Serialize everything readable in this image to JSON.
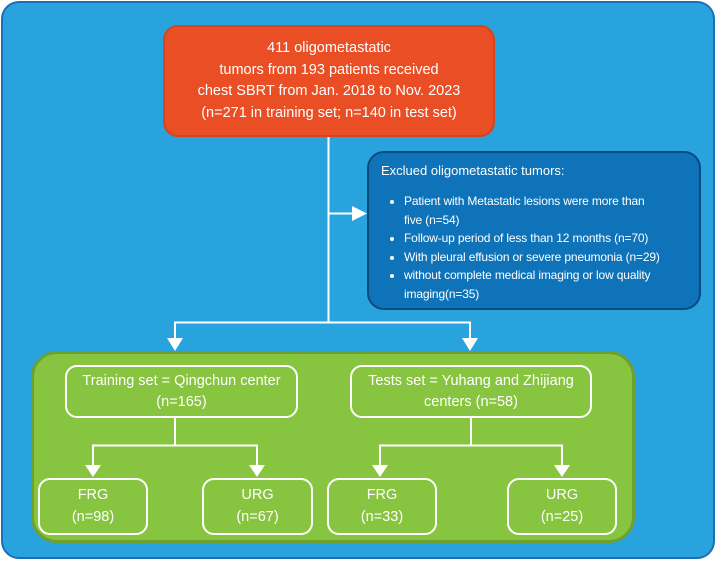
{
  "figure": {
    "root_box": {
      "text": "411 oligometastatic\ntumors from 193 patients received\nchest SBRT from Jan. 2018 to Nov. 2023\n(n=271 in training set; n=140 in test set)"
    },
    "exclusion_box": {
      "title": "Exclued oligometastatic tumors:",
      "items": [
        "Patient with Metastatic lesions were more than\nfive (n=54)",
        "Follow-up period of less than 12 months (n=70)",
        "With pleural effusion or severe pneumonia (n=29)",
        "without complete medical imaging or low quality\nimaging(n=35)"
      ]
    },
    "training_box": {
      "text": "Training set = Qingchun center\n(n=165)"
    },
    "test_box": {
      "text": "Tests set = Yuhang and Zhijiang\ncenters (n=58)"
    },
    "leaf_boxes": [
      {
        "label": "FRG",
        "count": "(n=98)"
      },
      {
        "label": "URG",
        "count": "(n=67)"
      },
      {
        "label": "FRG",
        "count": "(n=33)"
      },
      {
        "label": "URG",
        "count": "(n=25)"
      }
    ]
  },
  "colors": {
    "background": "#29A3DD",
    "frame_border": "#1C6FB5",
    "root_box_fill": "#EA4E24",
    "root_box_border": "#D6431C",
    "exclusion_fill": "#0F73B9",
    "exclusion_border": "#0A4B7E",
    "panel_fill": "#87C440",
    "panel_border": "#6FA02E",
    "connector": "#FFFFFF",
    "text": "#FFFFFF"
  }
}
